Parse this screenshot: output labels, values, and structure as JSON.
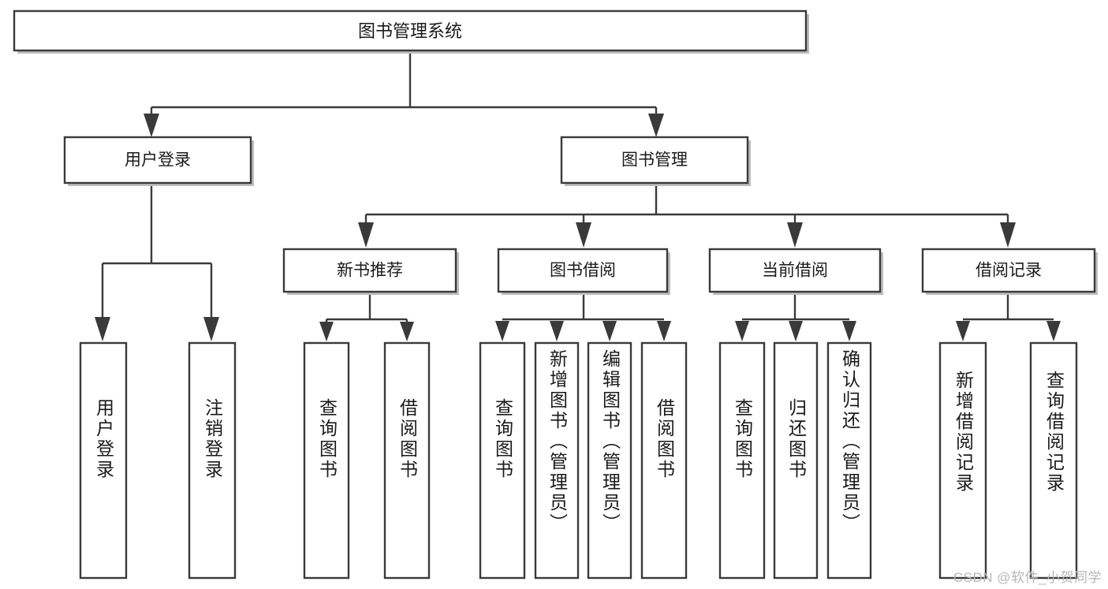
{
  "diagram": {
    "title": "图书管理系统",
    "watermark": "CSDN @软件_小贺同学",
    "type": "tree-hierarchy-diagram",
    "colors": {
      "box_stroke": "#3a3a3a",
      "box_fill": "#ffffff",
      "text": "#1a1a1a",
      "shadow": "#bdbdbd",
      "watermark": "#b7b7b7",
      "background": "#ffffff"
    },
    "levels": {
      "root": {
        "label": "图书管理系统"
      },
      "level2": [
        {
          "id": "user-login",
          "label": "用户登录"
        },
        {
          "id": "book-management",
          "label": "图书管理"
        }
      ],
      "level3": [
        {
          "id": "new-book-recommend",
          "label": "新书推荐",
          "parent": "book-management"
        },
        {
          "id": "book-borrow",
          "label": "图书借阅",
          "parent": "book-management"
        },
        {
          "id": "current-borrow",
          "label": "当前借阅",
          "parent": "book-management"
        },
        {
          "id": "borrow-record",
          "label": "借阅记录",
          "parent": "book-management"
        }
      ],
      "leaves": [
        {
          "id": "leaf-user-login",
          "label": "用户登录",
          "parent": "user-login"
        },
        {
          "id": "leaf-logout-login",
          "label": "注销登录",
          "parent": "user-login"
        },
        {
          "id": "leaf-query-book-1",
          "label": "查询图书",
          "parent": "new-book-recommend"
        },
        {
          "id": "leaf-borrow-book-1",
          "label": "借阅图书",
          "parent": "new-book-recommend"
        },
        {
          "id": "leaf-query-book-2",
          "label": "查询图书",
          "parent": "book-borrow"
        },
        {
          "id": "leaf-add-book",
          "label": "新增图书（管理员）",
          "parent": "book-borrow"
        },
        {
          "id": "leaf-edit-book",
          "label": "编辑图书（管理员）",
          "parent": "book-borrow"
        },
        {
          "id": "leaf-borrow-book-2",
          "label": "借阅图书",
          "parent": "book-borrow"
        },
        {
          "id": "leaf-query-book-3",
          "label": "查询图书",
          "parent": "current-borrow"
        },
        {
          "id": "leaf-return-book",
          "label": "归还图书",
          "parent": "current-borrow"
        },
        {
          "id": "leaf-confirm-return",
          "label": "确认归还（管理员）",
          "parent": "current-borrow"
        },
        {
          "id": "leaf-add-record",
          "label": "新增借阅记录",
          "parent": "borrow-record"
        },
        {
          "id": "leaf-query-record",
          "label": "查询借阅记录",
          "parent": "borrow-record"
        }
      ]
    }
  }
}
